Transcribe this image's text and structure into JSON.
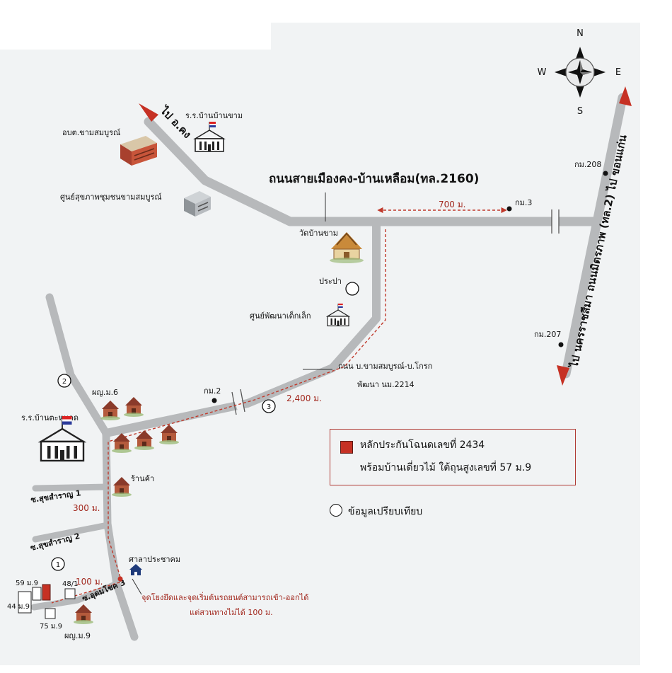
{
  "compass": {
    "n": "N",
    "s": "S",
    "e": "E",
    "w": "W"
  },
  "roads": {
    "main_road": "ถนนสายเมืองคง-บ้านเหลือม(ทล.2160)",
    "to_khong": "ไป อ.คง",
    "mittraphap": "ไป นครราชสีมา  ถนนมิตรภาพ (ทล.2) ไป ขอนแก่น",
    "secondary_road_1": "ถนน บ.ขามสมบูรณ์-บ.โกรก",
    "secondary_road_2": "พัฒนา นม.2214",
    "soi_1": "ซ.สุขสำราญ 1",
    "soi_2": "ซ.สุขสำราญ 2",
    "soi_3": "ซ.อุดมโชค 3"
  },
  "places": {
    "school_ban_kham": "ร.ร.บ้านบ้านขาม",
    "obt": "อบต.ขามสมบูรณ์",
    "health_center": "ศูนย์สุขภาพชุมชนขามสมบูรณ์",
    "temple": "วัดบ้านขาม",
    "waterworks": "ประปา",
    "child_center": "ศูนย์พัฒนาเด็กเล็ก",
    "village_head_6": "ผญ.ม.6",
    "school_ta_not": "ร.ร.บ้านตะหนอด",
    "shop": "ร้านค้า",
    "village_hall": "ศาลาประชาคม",
    "village_head_9": "ผญ.ม.9"
  },
  "km_markers": {
    "km3": "กม.3",
    "km2": "กม.2",
    "km208": "กม.208",
    "km207": "กม.207"
  },
  "distances": {
    "d700": "700 ม.",
    "d2400": "2,400 ม.",
    "d300": "300 ม.",
    "d100": "100 ม."
  },
  "comparables": {
    "c1": "1",
    "c2": "2",
    "c3": "3"
  },
  "plots": {
    "p59": "59 ม.9",
    "p48": "48/1",
    "p44": "44 ม.9",
    "p75": "75 ม.9"
  },
  "notes": {
    "junction_note_1": "จุดโยงยึดและจุดเริ่มต้นรถยนต์สามารถเข้า-ออกได้",
    "junction_note_2": "แต่สวนทางไม่ได้ 100 ม."
  },
  "legend": {
    "line1": "หลักประกันโฉนดเลขที่ 2434",
    "line2": "พร้อมบ้านเดี่ยวไม้ ใต้ถุนสูงเลขที่ 57 ม.9",
    "comparable_label": "ข้อมูลเปรียบเทียบ"
  },
  "colors": {
    "road": "#b7b9bb",
    "route": "#c0392b",
    "subject": "#c63124",
    "background": "#f1f3f4"
  }
}
